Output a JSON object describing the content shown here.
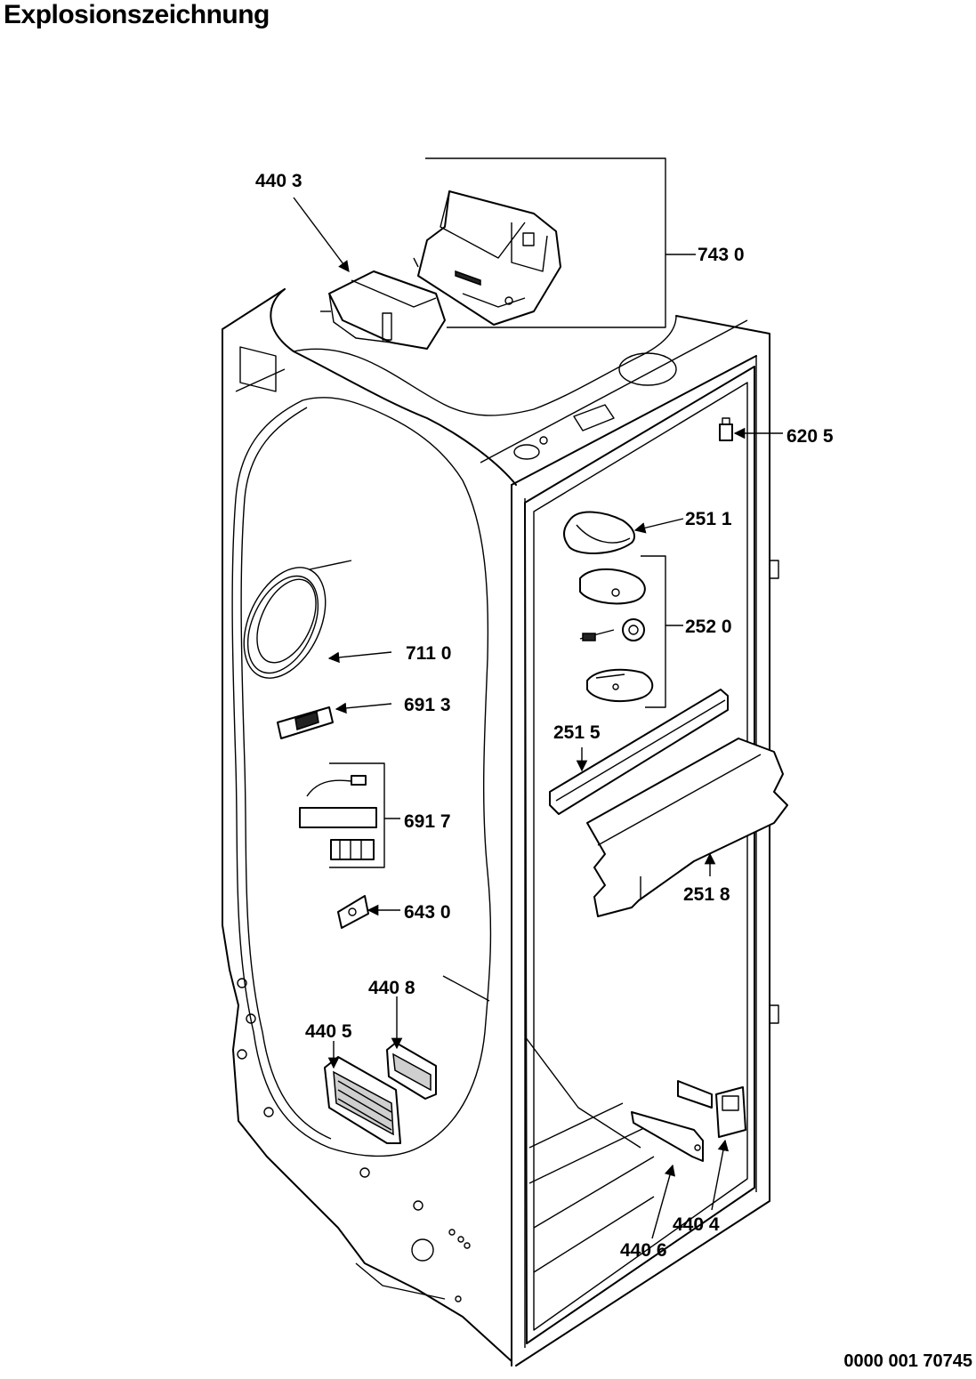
{
  "title": "Explosionszeichnung",
  "document_number": "0000 001 70745",
  "callouts": [
    {
      "id": "4403",
      "label": "440 3"
    },
    {
      "id": "7430",
      "label": "743 0"
    },
    {
      "id": "6205",
      "label": "620 5"
    },
    {
      "id": "2511",
      "label": "251 1"
    },
    {
      "id": "2520",
      "label": "252 0"
    },
    {
      "id": "7110",
      "label": "711 0"
    },
    {
      "id": "6913",
      "label": "691 3"
    },
    {
      "id": "2515",
      "label": "251 5"
    },
    {
      "id": "6917",
      "label": "691 7"
    },
    {
      "id": "2518",
      "label": "251 8"
    },
    {
      "id": "6430",
      "label": "643 0"
    },
    {
      "id": "4408",
      "label": "440 8"
    },
    {
      "id": "4405",
      "label": "440 5"
    },
    {
      "id": "4404",
      "label": "440 4"
    },
    {
      "id": "4406",
      "label": "440 6"
    }
  ]
}
